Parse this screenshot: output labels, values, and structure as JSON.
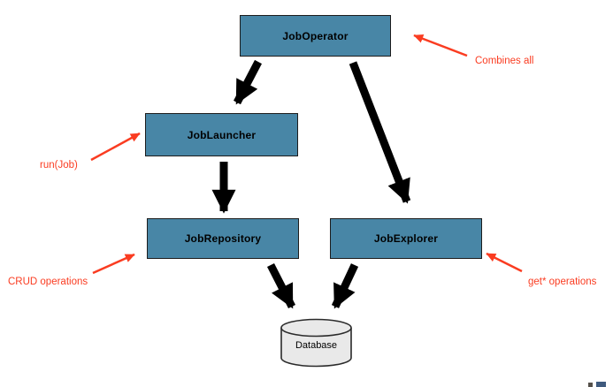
{
  "diagram": {
    "nodes": {
      "jobOperator": {
        "label": "JobOperator"
      },
      "jobLauncher": {
        "label": "JobLauncher"
      },
      "jobRepository": {
        "label": "JobRepository"
      },
      "jobExplorer": {
        "label": "JobExplorer"
      },
      "database": {
        "label": "Database",
        "shape": "cylinder"
      }
    },
    "edges": [
      {
        "from": "jobOperator",
        "to": "jobLauncher"
      },
      {
        "from": "jobOperator",
        "to": "jobExplorer"
      },
      {
        "from": "jobLauncher",
        "to": "jobRepository"
      },
      {
        "from": "jobRepository",
        "to": "database"
      },
      {
        "from": "jobExplorer",
        "to": "database"
      }
    ],
    "annotations": {
      "combinesAll": {
        "text": "Combines all",
        "target": "jobOperator"
      },
      "runJob": {
        "text": "run(Job)",
        "target": "jobLauncher"
      },
      "crudOperations": {
        "text": "CRUD operations",
        "target": "jobRepository"
      },
      "getOperations": {
        "text": "get* operations",
        "target": "jobExplorer"
      }
    },
    "colors": {
      "node_fill": "#4886A6",
      "node_border": "#1c1c1c",
      "black_arrow": "#000000",
      "annotation_red": "#FA3C21",
      "cylinder_fill": "#E9E9E9",
      "background": "#ffffff"
    }
  }
}
